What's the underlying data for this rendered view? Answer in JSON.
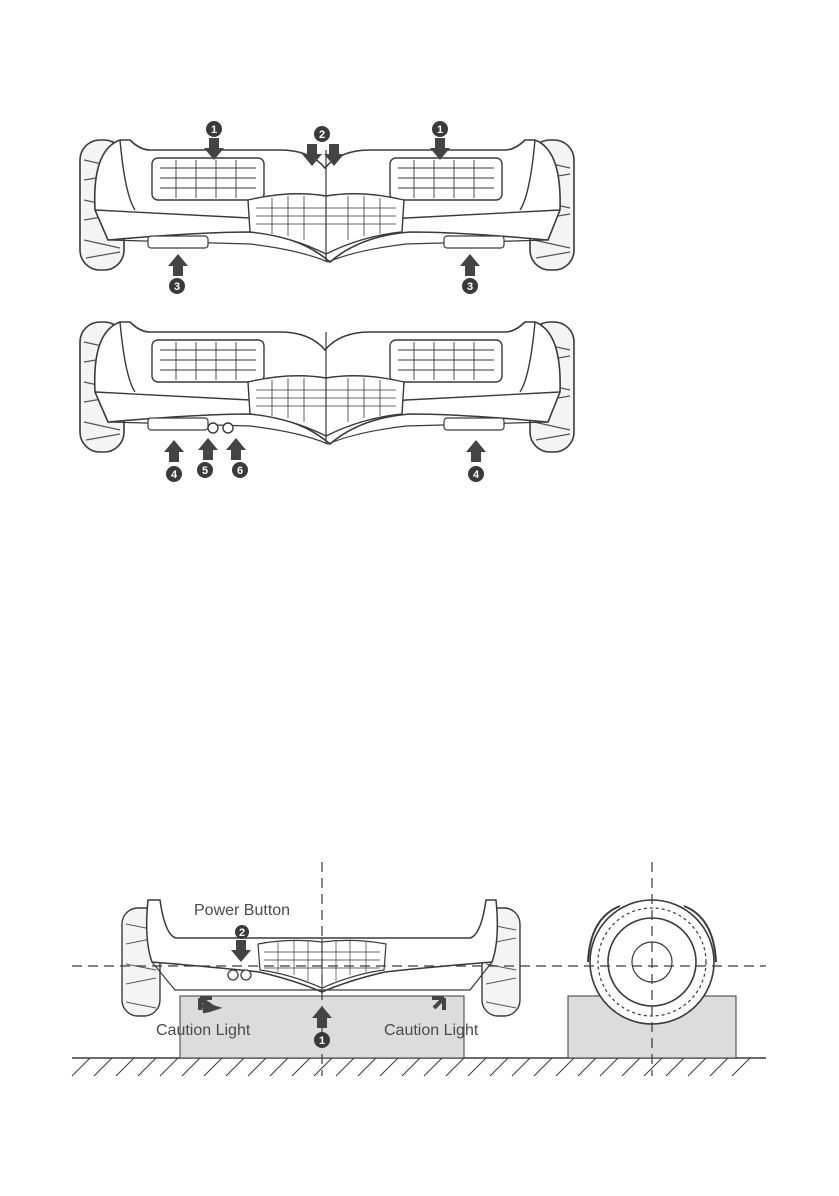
{
  "figure1": {
    "callouts": [
      "1",
      "2",
      "1",
      "3",
      "3"
    ]
  },
  "figure2": {
    "callouts": [
      "4",
      "5",
      "6",
      "4"
    ]
  },
  "figure3": {
    "power_button_label": "Power Button",
    "power_button_callout": "2",
    "caution_light_left": "Caution Light",
    "caution_light_right": "Caution Light",
    "center_callout": "1"
  },
  "colors": {
    "line": "#3a3a3a",
    "arrow": "#444444",
    "block_fill": "#dcdcdc",
    "label": "#4a4a4a"
  }
}
